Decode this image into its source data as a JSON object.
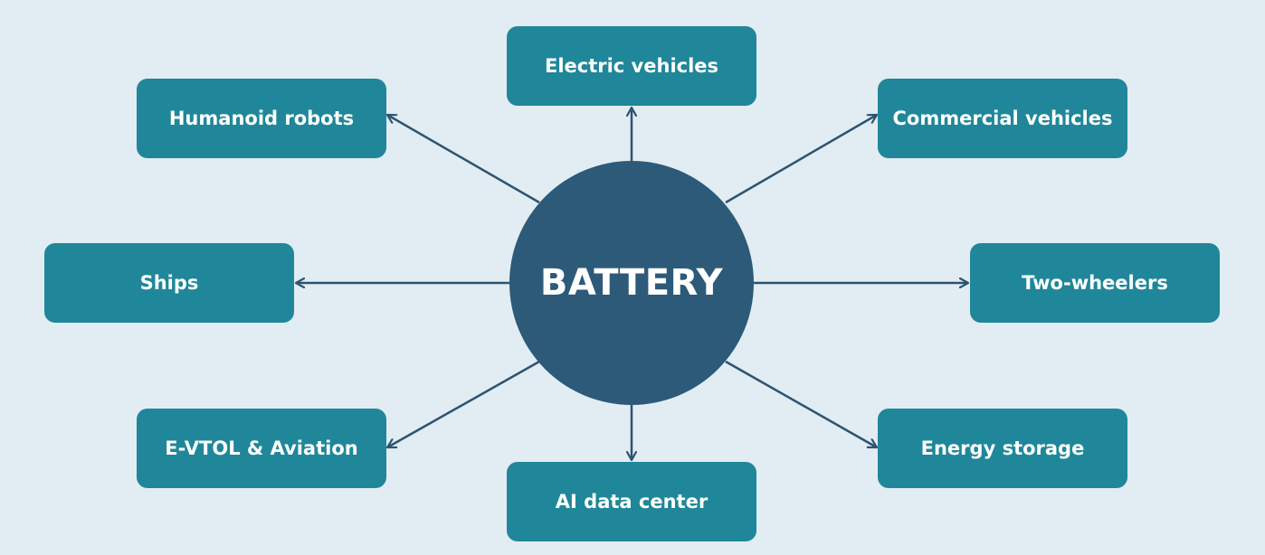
{
  "center": {
    "label": "BATTERY"
  },
  "nodes": {
    "electric_vehicles": "Electric vehicles",
    "humanoid_robots": "Humanoid robots",
    "commercial_vehicles": "Commercial vehicles",
    "ships": "Ships",
    "two_wheelers": "Two-wheelers",
    "evtol_aviation": "E-VTOL & Aviation",
    "energy_storage": "Energy storage",
    "ai_data_center": "AI data center"
  },
  "colors": {
    "background": "#e2ecf3",
    "hub": "#2c5a78",
    "node": "#1f8799",
    "connector": "#2c5472",
    "text": "#ffffff"
  }
}
